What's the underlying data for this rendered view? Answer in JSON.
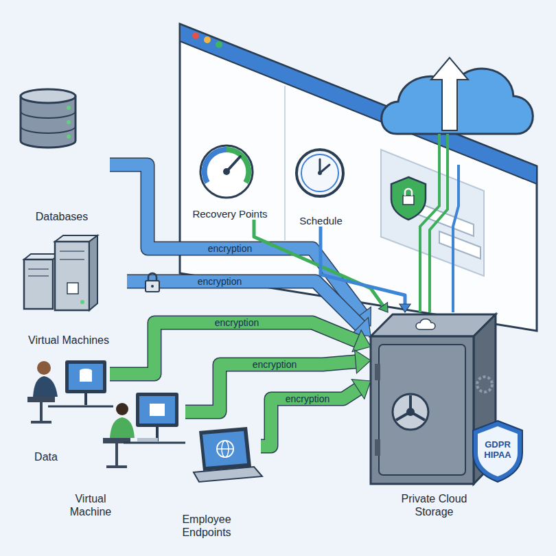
{
  "diagram": {
    "nodes": [
      {
        "text": [
          "Databases"
        ]
      },
      {
        "text": [
          "Recovery Points"
        ]
      },
      {
        "text": [
          "Schedule"
        ]
      },
      {
        "text": [
          "Virtual Machines"
        ]
      },
      {
        "text": [
          "Data"
        ]
      },
      {
        "text": [
          "Virtual Machine"
        ]
      },
      {
        "text": [
          "Employee Endpoints"
        ]
      },
      {
        "text": [
          "Private Cloud Storage"
        ]
      },
      {
        "text": [
          "GDPR HIPAA"
        ]
      }
    ],
    "edges": [
      {
        "from": 0,
        "to": 7,
        "label": "encryption",
        "arrow": "to"
      },
      {
        "from": 3,
        "to": 7,
        "label": "encryption",
        "arrow": "to"
      },
      {
        "from": 4,
        "to": 7,
        "label": "encryption",
        "arrow": "to"
      },
      {
        "from": 5,
        "to": 7,
        "label": "encryption",
        "arrow": "to"
      },
      {
        "from": 6,
        "to": 7,
        "label": "encryption",
        "arrow": "to"
      },
      {
        "from": 1,
        "to": 7,
        "arrow": "to"
      },
      {
        "from": 2,
        "to": 7,
        "arrow": "to"
      }
    ]
  }
}
